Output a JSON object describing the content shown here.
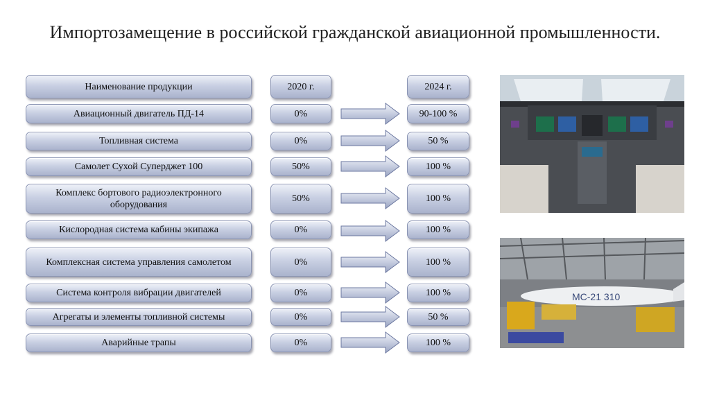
{
  "title": "Импортозамещение в российской гражданской авиационной промышленности.",
  "table": {
    "header": {
      "name": "Наименование продукции",
      "y2020": "2020 г.",
      "y2024": "2024 г."
    },
    "rows": [
      {
        "name": "Авиационный двигатель ПД-14",
        "y2020": "0%",
        "y2024": "90-100 %"
      },
      {
        "name": "Топливная система",
        "y2020": "0%",
        "y2024": "50 %"
      },
      {
        "name": "Самолет Сухой Суперджет 100",
        "y2020": "50%",
        "y2024": "100 %"
      },
      {
        "name": "Комплекс бортового радиоэлектронного оборудования",
        "y2020": "50%",
        "y2024": "100 %"
      },
      {
        "name": "Кислородная система кабины экипажа",
        "y2020": "0%",
        "y2024": "100 %"
      },
      {
        "name": "Комплексная система управления самолетом",
        "y2020": "0%",
        "y2024": "100 %"
      },
      {
        "name": "Система контроля вибрации двигателей",
        "y2020": "0%",
        "y2024": "100 %"
      },
      {
        "name": "Агрегаты и элементы топливной системы",
        "y2020": "0%",
        "y2024": "50 %"
      },
      {
        "name": "Аварийные трапы",
        "y2020": "0%",
        "y2024": "100 %"
      }
    ]
  },
  "photos": {
    "plane_label": "МС-21 310"
  }
}
